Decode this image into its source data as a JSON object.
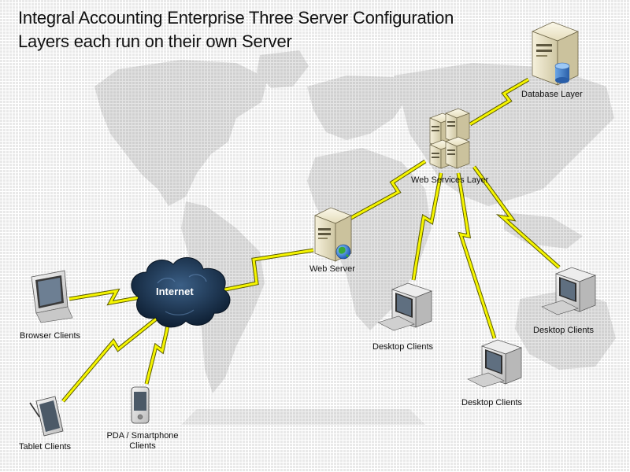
{
  "title": {
    "line1": "Integral Accounting Enterprise Three Server Configuration",
    "line2": "Layers each run on their own Server"
  },
  "nodes": {
    "database": {
      "label": "Database Layer",
      "icon": "database-server-icon"
    },
    "web_services": {
      "label": "Web Services Layer",
      "icon": "server-cluster-icon"
    },
    "web_server": {
      "label": "Web Server",
      "icon": "web-server-icon"
    },
    "internet": {
      "label": "Internet",
      "icon": "cloud-icon"
    },
    "browser_clients": {
      "label": "Browser Clients",
      "icon": "monitor-icon"
    },
    "tablet_clients": {
      "label": "Tablet Clients",
      "icon": "tablet-icon"
    },
    "pda_clients": {
      "line1": "PDA / Smartphone",
      "line2": "Clients",
      "icon": "pda-icon"
    },
    "desktop_clients_1": {
      "label": "Desktop Clients",
      "icon": "desktop-computer-icon"
    },
    "desktop_clients_2": {
      "label": "Desktop Clients",
      "icon": "desktop-computer-icon"
    },
    "desktop_clients_3": {
      "label": "Desktop Clients",
      "icon": "desktop-computer-icon"
    }
  },
  "colors": {
    "link": "#f5f500",
    "link_outline": "#5a5a00",
    "map": "#d9d9d9",
    "server": "#e9e2c4",
    "cloud": "#1c3550"
  }
}
